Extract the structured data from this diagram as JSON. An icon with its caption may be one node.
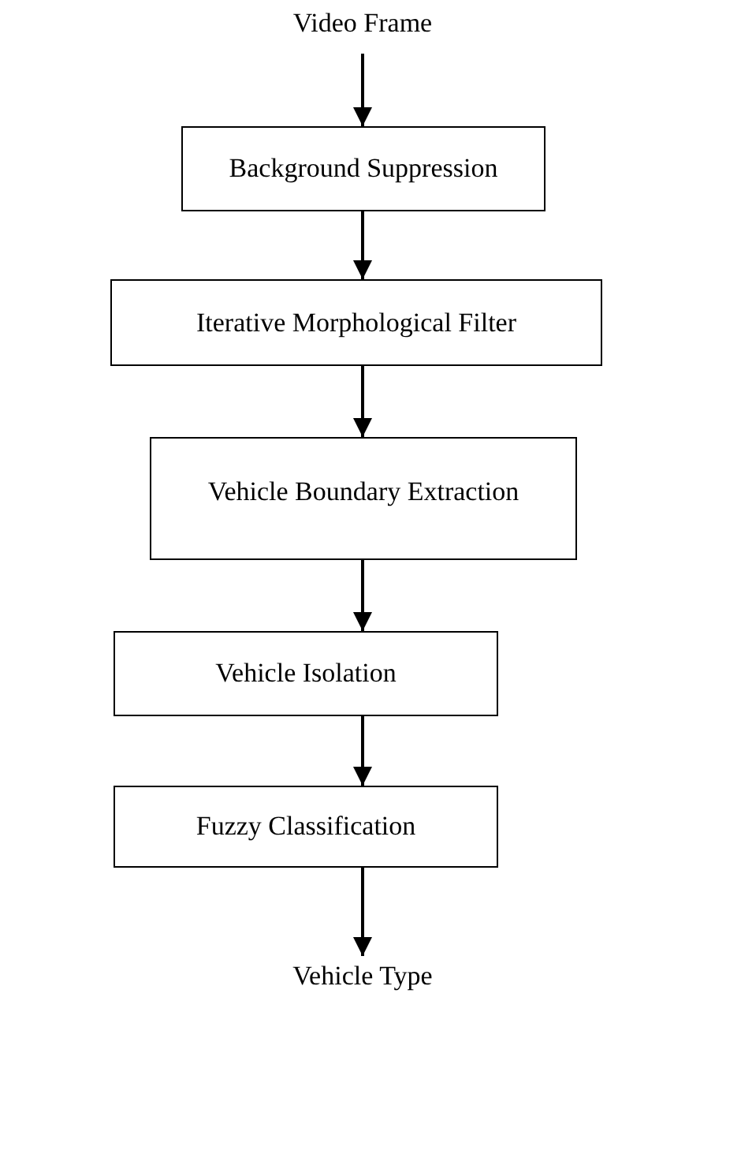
{
  "diagram": {
    "nodes": [
      {
        "text": [
          "Video Frame"
        ]
      },
      {
        "text": [
          "Background Suppression"
        ]
      },
      {
        "text": [
          "Iterative Morphological Filter"
        ]
      },
      {
        "text": [
          "Vehicle Boundary Extraction"
        ]
      },
      {
        "text": [
          "Vehicle Isolation"
        ]
      },
      {
        "text": [
          "Fuzzy Classification"
        ]
      },
      {
        "text": [
          "Vehicle Type"
        ]
      }
    ],
    "edges": [
      {
        "from": 0,
        "to": 1,
        "arrow": "to"
      },
      {
        "from": 1,
        "to": 2,
        "arrow": "to"
      },
      {
        "from": 2,
        "to": 3,
        "arrow": "to"
      },
      {
        "from": 3,
        "to": 4,
        "arrow": "to"
      },
      {
        "from": 4,
        "to": 5,
        "arrow": "to"
      },
      {
        "from": 5,
        "to": 6,
        "arrow": "to"
      }
    ]
  }
}
